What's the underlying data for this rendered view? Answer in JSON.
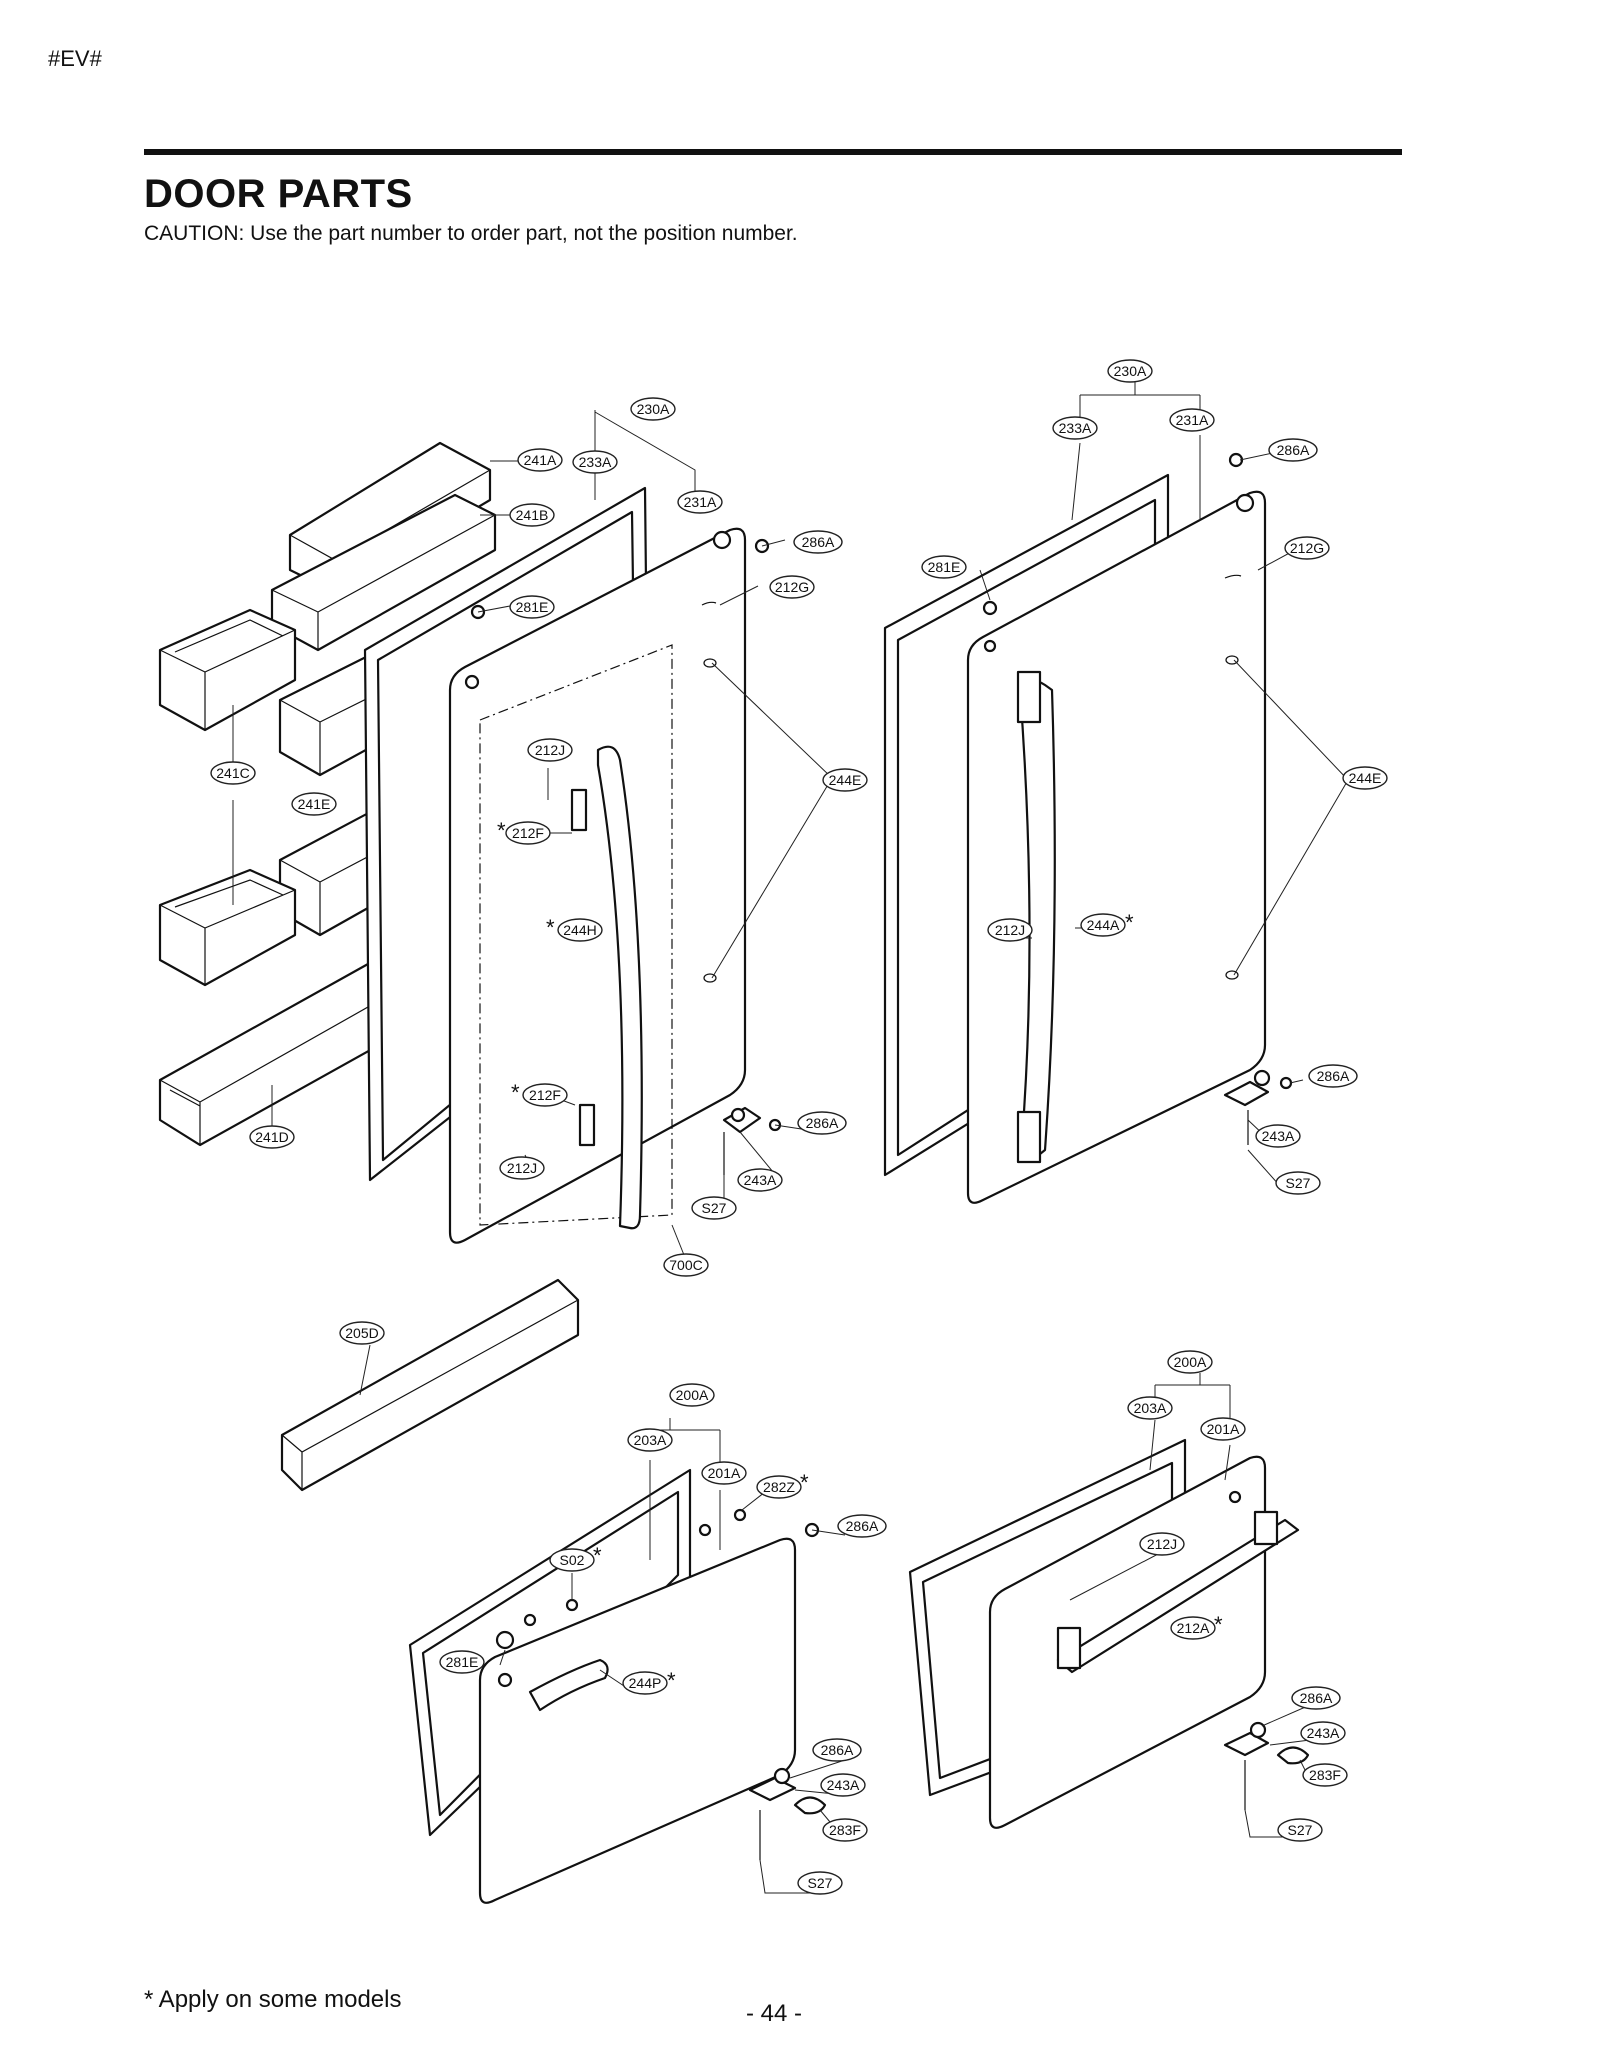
{
  "header": {
    "code": "#EV#"
  },
  "section": {
    "title": "DOOR PARTS",
    "caution": "CAUTION: Use the part number to order part, not the position number."
  },
  "labels": {
    "230A_l": "230A",
    "233A_l": "233A",
    "231A_l": "231A",
    "241A": "241A",
    "241B": "241B",
    "286A_l1": "286A",
    "212G_l": "212G",
    "281E_l": "281E",
    "241C": "241C",
    "241E": "241E",
    "212J_l1": "212J",
    "212F_l1": "212F",
    "244E_l": "244E",
    "244H": "244H",
    "212F_l2": "212F",
    "212J_l2": "212J",
    "241D": "241D",
    "286A_l2": "286A",
    "243A_l": "243A",
    "S27_l": "S27",
    "700C": "700C",
    "230A_r": "230A",
    "233A_r": "233A",
    "231A_r": "231A",
    "286A_r1": "286A",
    "281E_r": "281E",
    "212G_r": "212G",
    "244E_r": "244E",
    "212J_r": "212J",
    "244A": "244A",
    "286A_r2": "286A",
    "243A_r": "243A",
    "S27_r": "S27",
    "205D": "205D",
    "200A_bl": "200A",
    "203A_bl": "203A",
    "201A_bl": "201A",
    "282Z": "282Z",
    "286A_bl1": "286A",
    "S02": "S02",
    "281E_bl": "281E",
    "244P": "244P",
    "286A_bl2": "286A",
    "243A_bl": "243A",
    "283F_bl": "283F",
    "S27_bl": "S27",
    "200A_br": "200A",
    "203A_br": "203A",
    "201A_br": "201A",
    "212J_br": "212J",
    "212A": "212A",
    "286A_br": "286A",
    "243A_br": "243A",
    "283F_br": "283F",
    "S27_br": "S27"
  },
  "footer": {
    "note": "* Apply on some models",
    "page": "- 44 -"
  }
}
